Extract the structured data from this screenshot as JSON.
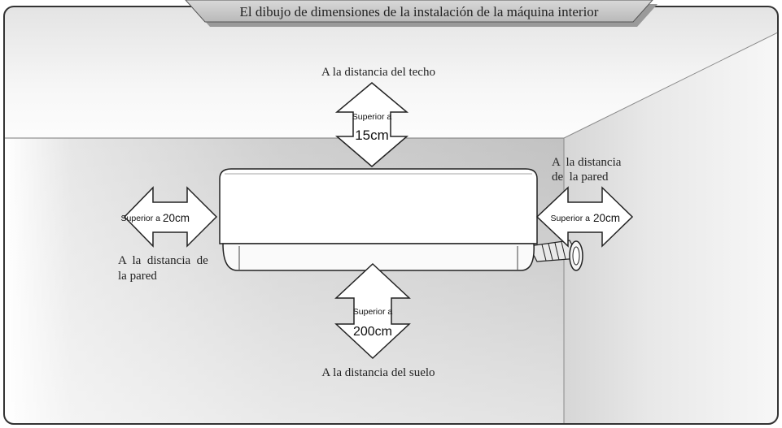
{
  "title": "El dibujo de dimensiones de la instalación de la máquina interior",
  "top": {
    "caption": "A la distancia del techo",
    "label": "Superior a",
    "value": "15cm"
  },
  "left": {
    "label": "Superior a",
    "value": "20cm",
    "caption_line1": "A  la  distancia  de",
    "caption_line2": "la pared"
  },
  "right": {
    "label": "Superior a",
    "value": "20cm",
    "caption_line1": "A  la distancia",
    "caption_line2": "de  la pared"
  },
  "bottom": {
    "label": "Superior a",
    "value": "200cm",
    "caption": "A la distancia del suelo"
  },
  "colors": {
    "frame": "#333333",
    "wall_main": "#c9c9c9",
    "wall_side": "#e4e4e4",
    "ceiling": "#f4f4f4",
    "title_tab": "#c8c8c8"
  },
  "icons": {
    "unit": "air-conditioner-indoor-unit",
    "pipe": "refrigerant-pipe",
    "arrows": "double-headed-arrow"
  }
}
